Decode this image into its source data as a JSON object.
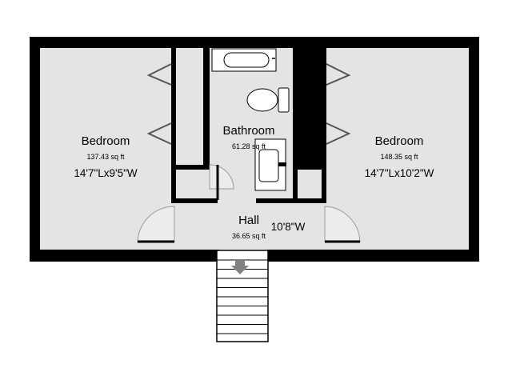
{
  "rooms": {
    "bedroom_left": {
      "name": "Bedroom",
      "area": "137.43 sq ft",
      "dimensions": "14'7\"Lx9'5\"W"
    },
    "bathroom": {
      "name": "Bathroom",
      "area": "61.28 sq ft"
    },
    "bedroom_right": {
      "name": "Bedroom",
      "area": "148.35 sq ft",
      "dimensions": "14'7\"Lx10'2\"W"
    },
    "hall": {
      "name": "Hall",
      "area": "36.65 sq ft",
      "dimensions": "10'8\"W"
    }
  },
  "colors": {
    "wall": "#000000",
    "floor": "#e4e4e4",
    "fixture": "#ffffff",
    "door_arc": "#9a9a9a",
    "closet_mark": "#555555",
    "stair_arrow": "#808080"
  }
}
